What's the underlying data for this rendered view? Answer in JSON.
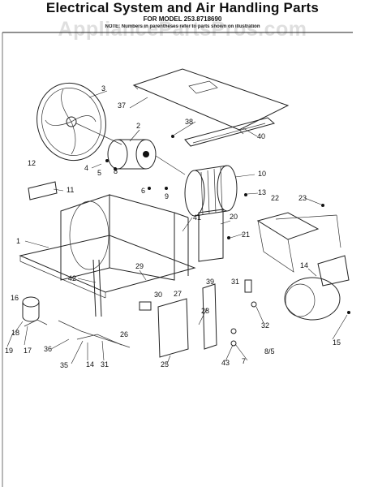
{
  "header": {
    "title": "Electrical System and Air Handling Parts",
    "model": "FOR MODEL 253.8718690",
    "note": "NOTE: Numbers in parentheses refer to parts shown on illustration",
    "watermark": "AppliancePartsPros.com"
  },
  "callouts": [
    "1",
    "2",
    "3",
    "4",
    "5",
    "6",
    "7",
    "8",
    "9",
    "10",
    "11",
    "12",
    "13",
    "14",
    "14",
    "15",
    "16",
    "17",
    "18",
    "19",
    "20",
    "21",
    "22",
    "23",
    "25",
    "26",
    "27",
    "28",
    "29",
    "30",
    "31",
    "31",
    "32",
    "35",
    "36",
    "37",
    "38",
    "39",
    "40",
    "41",
    "42",
    "43"
  ],
  "page_code": "8/5"
}
